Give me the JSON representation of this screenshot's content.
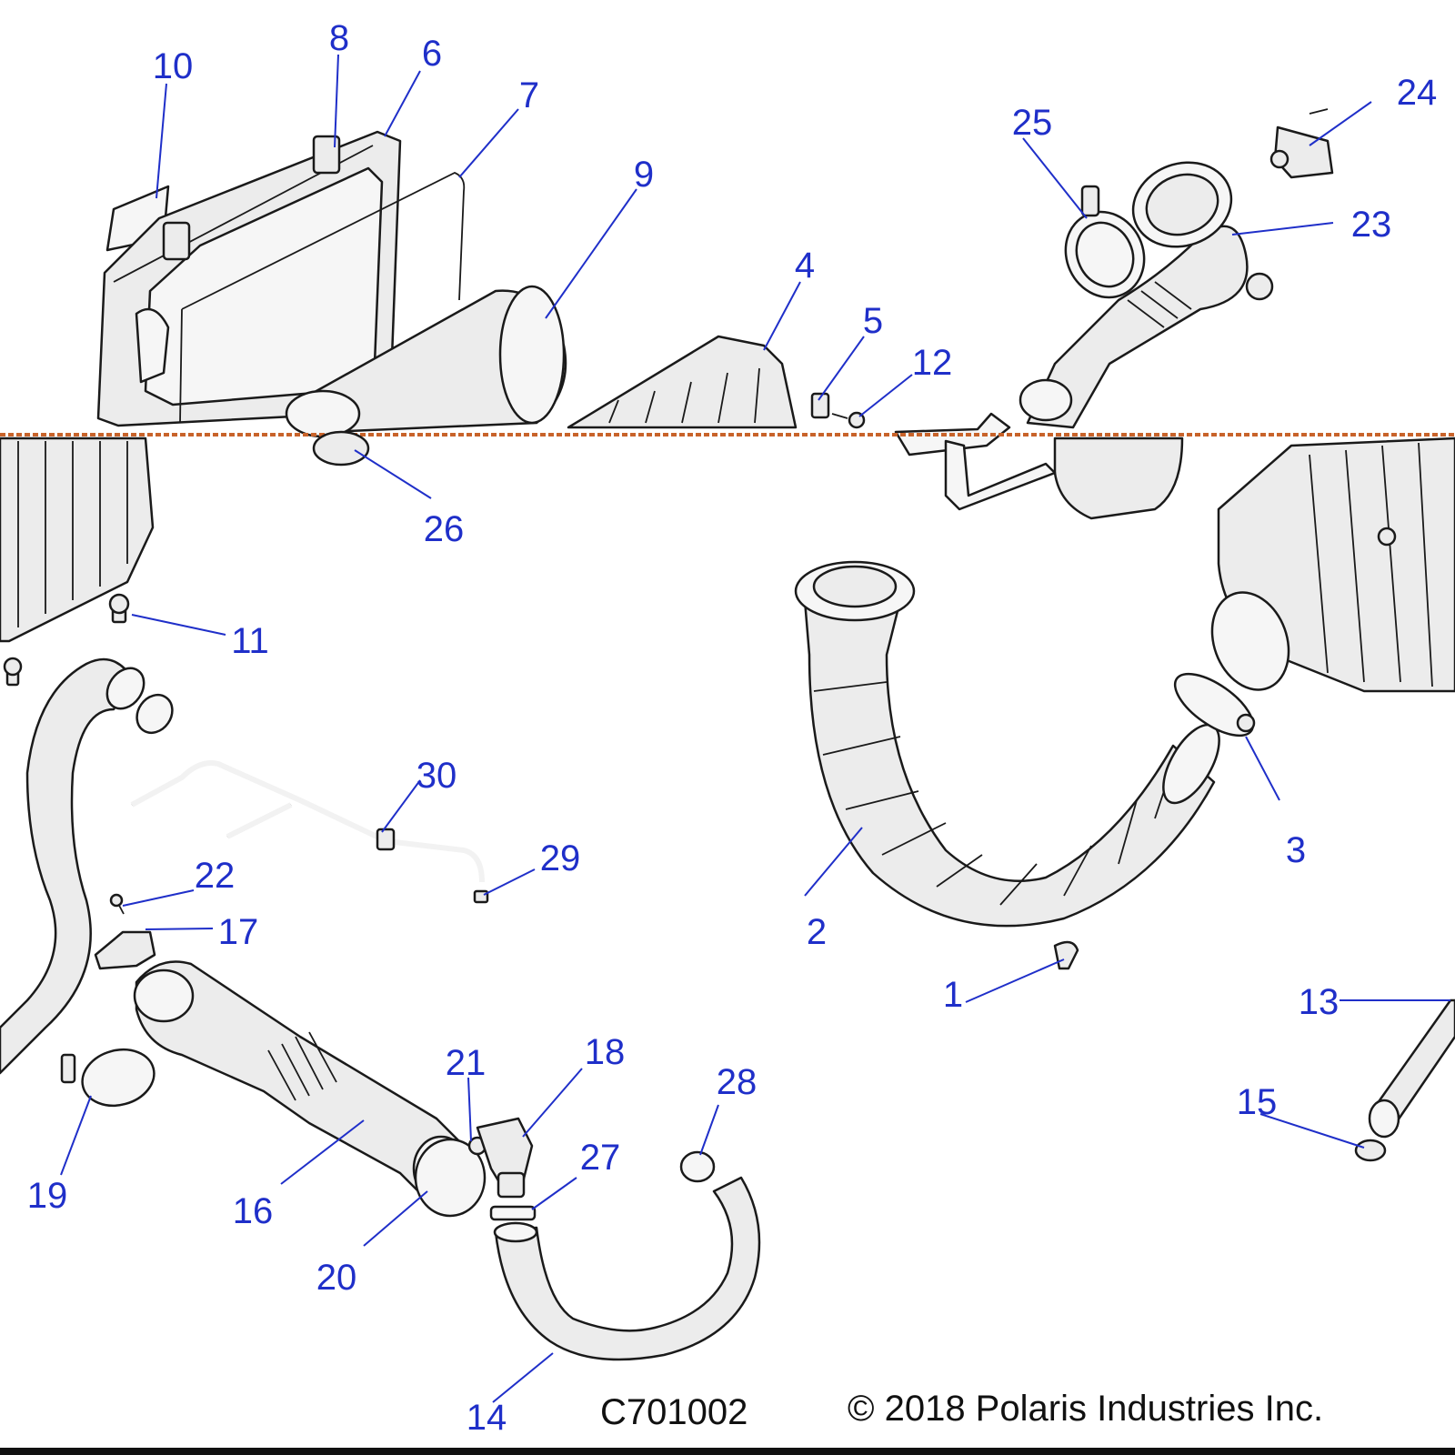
{
  "diagram": {
    "callouts": [
      "1",
      "2",
      "3",
      "4",
      "5",
      "6",
      "7",
      "8",
      "9",
      "10",
      "11",
      "12",
      "13",
      "14",
      "15",
      "16",
      "17",
      "18",
      "19",
      "20",
      "21",
      "22",
      "23",
      "24",
      "25",
      "26",
      "27",
      "28",
      "29",
      "30"
    ],
    "drawing_number": "C701002",
    "copyright": "© 2018 Polaris Industries Inc.",
    "colors": {
      "callout": "#1f2fc9",
      "seam": "#c8632a",
      "line": "#1a1a1a"
    }
  }
}
